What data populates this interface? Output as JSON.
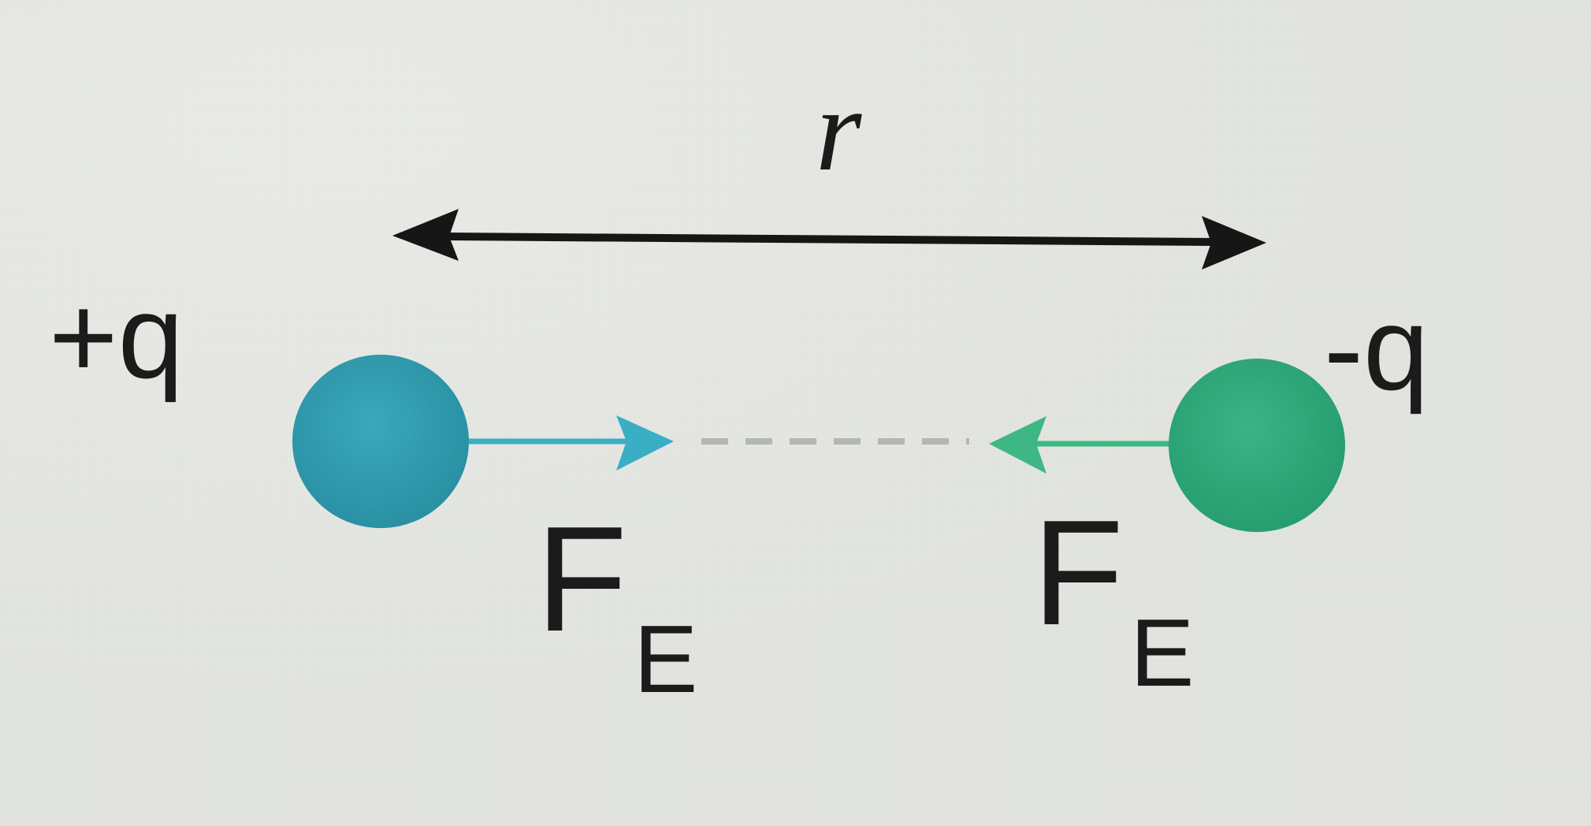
{
  "distance_label": "r",
  "charges": {
    "positive": "+q",
    "negative": "-q"
  },
  "forces": {
    "left": {
      "symbol": "F",
      "subscript": "E"
    },
    "right": {
      "symbol": "F",
      "subscript": "E"
    }
  },
  "colors": {
    "positive_charge": "#2f9db0",
    "negative_charge": "#2fa978",
    "force_arrow_left": "#3aaec4",
    "force_arrow_right": "#3fb784",
    "distance_arrow": "#161616",
    "dashed_line": "#b4b6b2",
    "text": "#1b1b1b"
  }
}
